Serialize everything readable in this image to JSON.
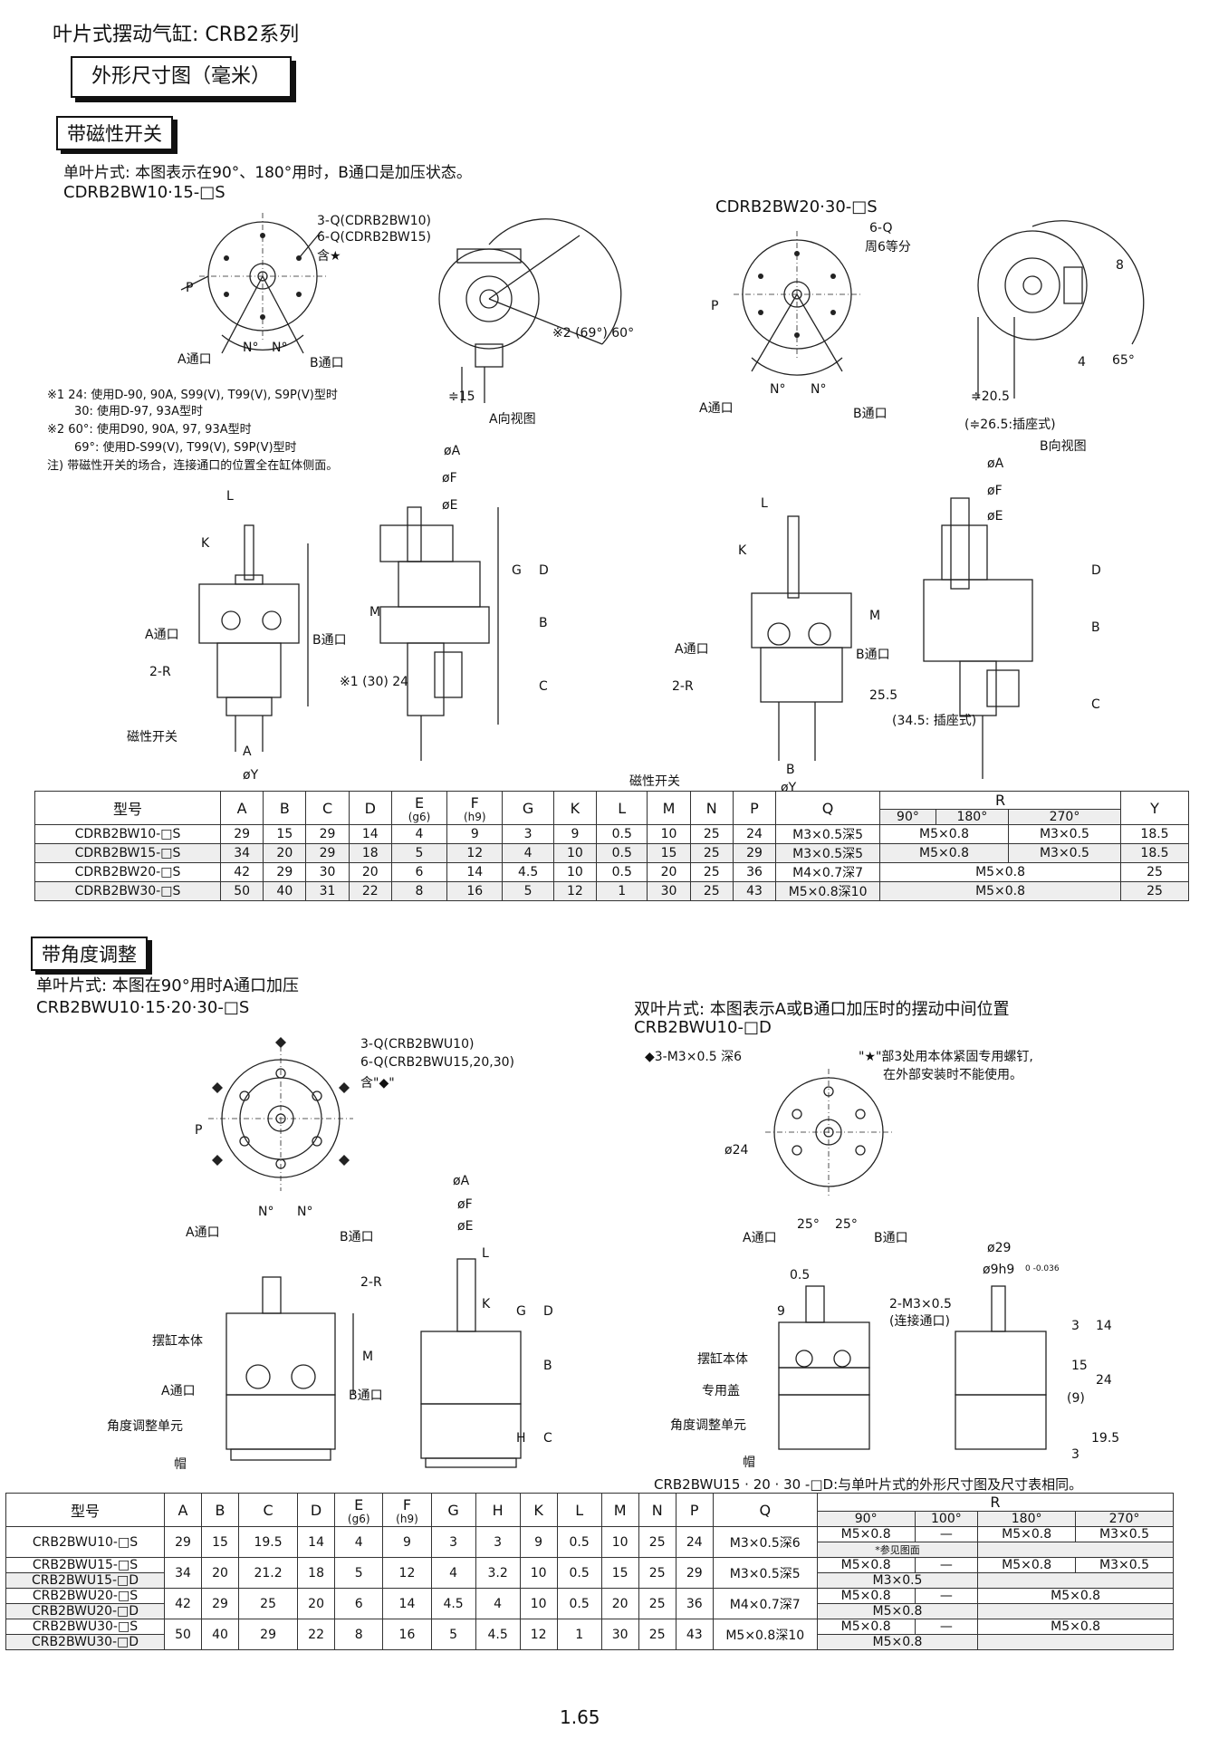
{
  "header": {
    "page_title": "叶片式摆动气缸: CRB2系列",
    "box_title": "外形尺寸图（毫米）"
  },
  "section1": {
    "tag": "带磁性开关",
    "caption": "单叶片式: 本图表示在90°、180°用时，B通口是加压状态。",
    "model_left": "CDRB2BW10·15-□S",
    "model_right": "CDRB2BW20·30-□S",
    "left_labels": {
      "q1": "3-Q(CDRB2BW10)",
      "q2": "6-Q(CDRB2BW15)",
      "q3": "含★",
      "p": "P",
      "n1": "N°",
      "n2": "N°",
      "a_port": "A通口",
      "b_port": "B通口",
      "view": "A向视图",
      "dim15": "≑15",
      "angle": "※2 (69°) 60°"
    },
    "right_labels": {
      "q1": "6-Q",
      "q2": "周6等分",
      "p": "P",
      "n1": "N°",
      "n2": "N°",
      "a_port": "A通口",
      "b_port": "B通口",
      "dim205": "≑20.5",
      "dim265": "(≑26.5:插座式)",
      "view": "B向视图",
      "d8": "8",
      "d4": "4",
      "d65": "65°"
    },
    "notes": [
      "※1 24: 使用D-90, 90A, S99(V), T99(V), S9P(V)型时",
      "30: 使用D-97, 93A型时",
      "※2 60°: 使用D90, 90A, 97, 93A型时",
      "69°: 使用D-S99(V), T99(V), S9P(V)型时",
      "注) 带磁性开关的场合，连接通口的位置全在缸体侧面。"
    ],
    "side_labels": {
      "L": "L",
      "K": "K",
      "M": "M",
      "a_port": "A通口",
      "b_port": "B通口",
      "r2": "2-R",
      "switch": "磁性开关",
      "A": "A",
      "B": "B",
      "phiY": "øY",
      "dim24": "※1 (30) 24",
      "dim255": "25.5",
      "dim345": "(34.5: 插座式)",
      "phiA": "øA",
      "phiF": "øF",
      "phiE": "øE",
      "G": "G",
      "D": "D",
      "Bdim": "B",
      "C": "C"
    }
  },
  "table1": {
    "headers": [
      "型号",
      "A",
      "B",
      "C",
      "D",
      "E",
      "F",
      "G",
      "K",
      "L",
      "M",
      "N",
      "P",
      "Q",
      "R",
      "Y"
    ],
    "sub_headers": {
      "E": "(g6)",
      "F": "(h9)"
    },
    "r_sub": [
      "90°",
      "180°",
      "270°"
    ],
    "rows": [
      {
        "model": "CDRB2BW10-□S",
        "A": "29",
        "B": "15",
        "C": "29",
        "D": "14",
        "E": "4",
        "F": "9",
        "G": "3",
        "K": "9",
        "L": "0.5",
        "M": "10",
        "N": "25",
        "P": "24",
        "Q": "M3×0.5深5",
        "R1": "M5×0.8",
        "R2": "M3×0.5",
        "Y": "18.5"
      },
      {
        "model": "CDRB2BW15-□S",
        "A": "34",
        "B": "20",
        "C": "29",
        "D": "18",
        "E": "5",
        "F": "12",
        "G": "4",
        "K": "10",
        "L": "0.5",
        "M": "15",
        "N": "25",
        "P": "29",
        "Q": "M3×0.5深5",
        "R1": "M5×0.8",
        "R2": "M3×0.5",
        "Y": "18.5"
      },
      {
        "model": "CDRB2BW20-□S",
        "A": "42",
        "B": "29",
        "C": "30",
        "D": "20",
        "E": "6",
        "F": "14",
        "G": "4.5",
        "K": "10",
        "L": "0.5",
        "M": "20",
        "N": "25",
        "P": "36",
        "Q": "M4×0.7深7",
        "R1": "M5×0.8",
        "R2": "",
        "Y": "25"
      },
      {
        "model": "CDRB2BW30-□S",
        "A": "50",
        "B": "40",
        "C": "31",
        "D": "22",
        "E": "8",
        "F": "16",
        "G": "5",
        "K": "12",
        "L": "1",
        "M": "30",
        "N": "25",
        "P": "43",
        "Q": "M5×0.8深10",
        "R1": "M5×0.8",
        "R2": "",
        "Y": "25"
      }
    ]
  },
  "section2": {
    "tag": "带角度调整",
    "caption_left": "单叶片式: 本图在90°用时A通口加压",
    "model_left": "CRB2BWU10·15·20·30-□S",
    "caption_right": "双叶片式: 本图表示A或B通口加压时的摆动中间位置",
    "model_right": "CRB2BWU10-□D",
    "left_labels": {
      "q1": "3-Q(CRB2BWU10)",
      "q2": "6-Q(CRB2BWU15,20,30)",
      "q3": "含\"◆\"",
      "p": "P",
      "n1": "N°",
      "n2": "N°",
      "a_port": "A通口",
      "b_port": "B通口",
      "r2": "2-R",
      "body": "摆缸本体",
      "adj": "角度调整单元",
      "cap": "帽",
      "M": "M",
      "phiA": "øA",
      "phiF": "øF",
      "phiE": "øE",
      "L": "L",
      "K": "K",
      "G": "G",
      "D": "D",
      "B": "B",
      "H": "H",
      "C": "C"
    },
    "right_labels": {
      "m3": "◆3-M3×0.5 深6",
      "star_note1": "\"★\"部3处用本体紧固专用螺钉,",
      "star_note2": "在外部安装时不能使用。",
      "phi24": "ø24",
      "a25": "25°",
      "b25": "25°",
      "a_port": "A通口",
      "b_port": "B通口",
      "d05": "0.5",
      "d9": "9",
      "m3port": "2-M3×0.5",
      "m3port2": "(连接通口)",
      "body": "摆缸本体",
      "cover": "专用盖",
      "adj": "角度调整单元",
      "cap": "帽",
      "phi29": "ø29",
      "phi9h9": "ø9h9",
      "tol": "0 -0.036",
      "d3": "3",
      "d14": "14",
      "d15": "15",
      "d24": "24",
      "d9p": "(9)",
      "d195": "19.5",
      "d3b": "3"
    },
    "bottom_note": "CRB2BWU15 · 20 · 30 -□D:与单叶片式的外形尺寸图及尺寸表相同。"
  },
  "table2": {
    "headers": [
      "型号",
      "A",
      "B",
      "C",
      "D",
      "E",
      "F",
      "G",
      "H",
      "K",
      "L",
      "M",
      "N",
      "P",
      "Q",
      "R"
    ],
    "sub_headers": {
      "E": "(g6)",
      "F": "(h9)"
    },
    "r_sub": [
      "90°",
      "100°",
      "180°",
      "270°"
    ],
    "rows": [
      {
        "models": [
          "CRB2BWU10-□S"
        ],
        "A": "29",
        "B": "15",
        "C": "19.5",
        "D": "14",
        "E": "4",
        "F": "9",
        "G": "3",
        "H": "3",
        "K": "9",
        "L": "0.5",
        "M": "10",
        "N": "25",
        "P": "24",
        "Q": "M3×0.5深6",
        "R": [
          "M5×0.8",
          "—",
          "M5×0.8",
          "M3×0.5"
        ],
        "R_note": "*参见图面"
      },
      {
        "models": [
          "CRB2BWU15-□S",
          "CRB2BWU15-□D"
        ],
        "A": "34",
        "B": "20",
        "C": "21.2",
        "D": "18",
        "E": "5",
        "F": "12",
        "G": "4",
        "H": "3.2",
        "K": "10",
        "L": "0.5",
        "M": "15",
        "N": "25",
        "P": "29",
        "Q": "M3×0.5深5",
        "R": [
          "M5×0.8",
          "—",
          "M5×0.8",
          "M3×0.5"
        ],
        "R_note": "M3×0.5"
      },
      {
        "models": [
          "CRB2BWU20-□S",
          "CRB2BWU20-□D"
        ],
        "A": "42",
        "B": "29",
        "C": "25",
        "D": "20",
        "E": "6",
        "F": "14",
        "G": "4.5",
        "H": "4",
        "K": "10",
        "L": "0.5",
        "M": "20",
        "N": "25",
        "P": "36",
        "Q": "M4×0.7深7",
        "R": [
          "M5×0.8",
          "—",
          "M5×0.8",
          ""
        ],
        "R_note": "M5×0.8"
      },
      {
        "models": [
          "CRB2BWU30-□S",
          "CRB2BWU30-□D"
        ],
        "A": "50",
        "B": "40",
        "C": "29",
        "D": "22",
        "E": "8",
        "F": "16",
        "G": "5",
        "H": "4.5",
        "K": "12",
        "L": "1",
        "M": "30",
        "N": "25",
        "P": "43",
        "Q": "M5×0.8深10",
        "R": [
          "M5×0.8",
          "—",
          "M5×0.8",
          ""
        ],
        "R_note": "M5×0.8"
      }
    ]
  },
  "footer": {
    "page_number": "1.65"
  }
}
